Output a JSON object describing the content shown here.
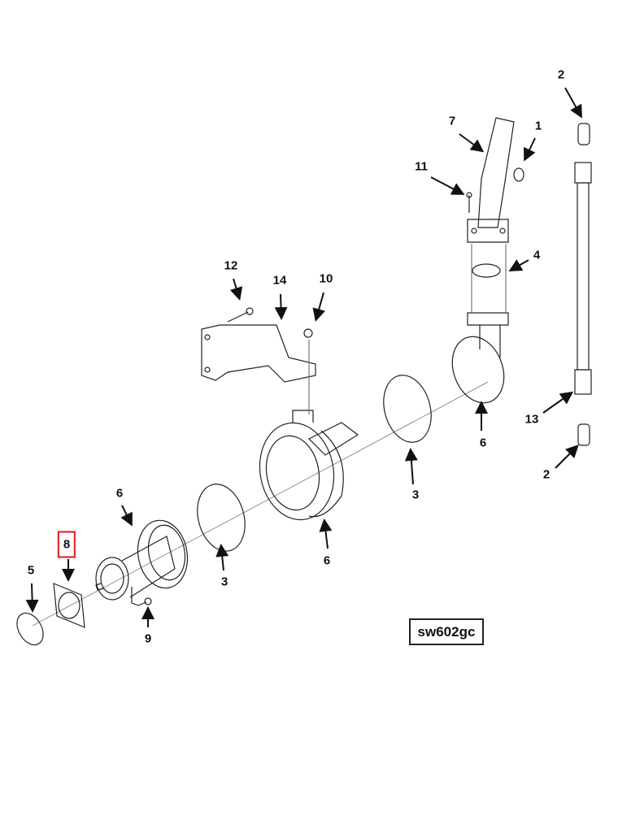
{
  "diagram": {
    "reference_code": "sw602gc",
    "highlighted_callout": "8",
    "highlight_color": "#e8161b",
    "callouts": {
      "c1": "1",
      "c2_top": "2",
      "c2_bottom": "2",
      "c3_right": "3",
      "c3_left": "3",
      "c4": "4",
      "c5": "5",
      "c6_right": "6",
      "c6_mid": "6",
      "c6_left": "6",
      "c7": "7",
      "c8": "8",
      "c9": "9",
      "c10": "10",
      "c11": "11",
      "c12": "12",
      "c13": "13",
      "c14": "14"
    }
  }
}
